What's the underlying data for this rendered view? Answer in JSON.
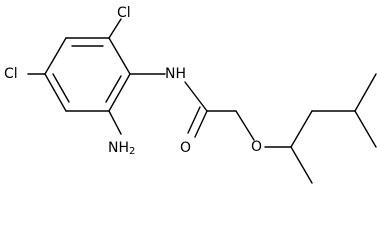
{
  "structure": {
    "atoms": {
      "chlorine_top": "Cl",
      "chlorine_left": "Cl",
      "amide_nitrogen": "NH",
      "amino_group": "NH",
      "amino_subscript": "2",
      "carbonyl_oxygen": "O",
      "ether_oxygen": "O"
    }
  }
}
